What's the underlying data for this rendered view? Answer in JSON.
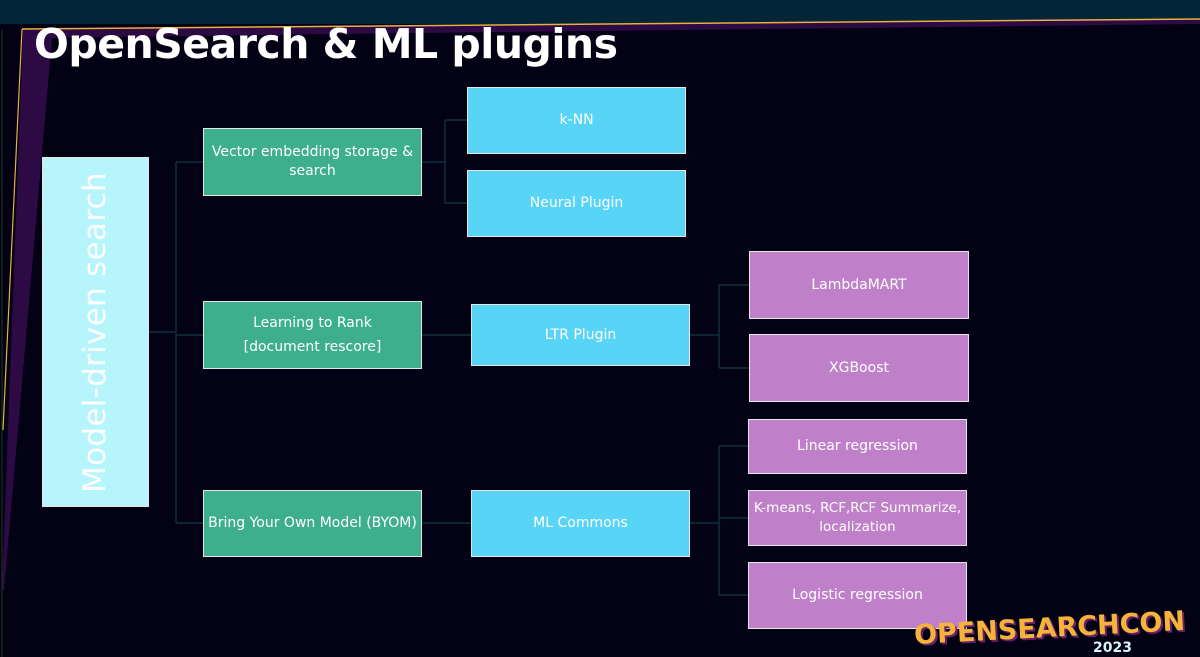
{
  "slide": {
    "title": "OpenSearch & ML plugins",
    "colors": {
      "background": "#020214",
      "top_band": "#022538",
      "accent_purple": "#2e0a45",
      "accent_gold": "#e8b040",
      "root_box": "#b5f5fb",
      "level1_box": "#3daf8d",
      "level2_box": "#58d5f6",
      "level3_box": "#bf80c9",
      "connector": "#0f2e3c"
    }
  },
  "diagram": {
    "root": {
      "label": "Model-driven search"
    },
    "categories": [
      {
        "label_lines": [
          "Vector embedding storage &",
          "search"
        ],
        "plugins": [
          {
            "label": "k-NN"
          },
          {
            "label": "Neural Plugin"
          }
        ]
      },
      {
        "label_lines": [
          "Learning to Rank",
          "[document rescore]"
        ],
        "plugins": [
          {
            "label": "LTR Plugin"
          }
        ],
        "algorithms": [
          {
            "label_lines": [
              "LambdaMART"
            ]
          },
          {
            "label_lines": [
              "XGBoost"
            ]
          }
        ]
      },
      {
        "label_lines": [
          "Bring Your Own Model (BYOM)"
        ],
        "plugins": [
          {
            "label": "ML Commons"
          }
        ],
        "algorithms": [
          {
            "label_lines": [
              "Linear regression"
            ]
          },
          {
            "label_lines": [
              "K-means, RCF,RCF Summarize,",
              "localization"
            ]
          },
          {
            "label_lines": [
              "Logistic regression"
            ]
          }
        ]
      }
    ]
  },
  "branding": {
    "logo_text": "OPENSEARCHCON",
    "logo_year": "2023"
  }
}
